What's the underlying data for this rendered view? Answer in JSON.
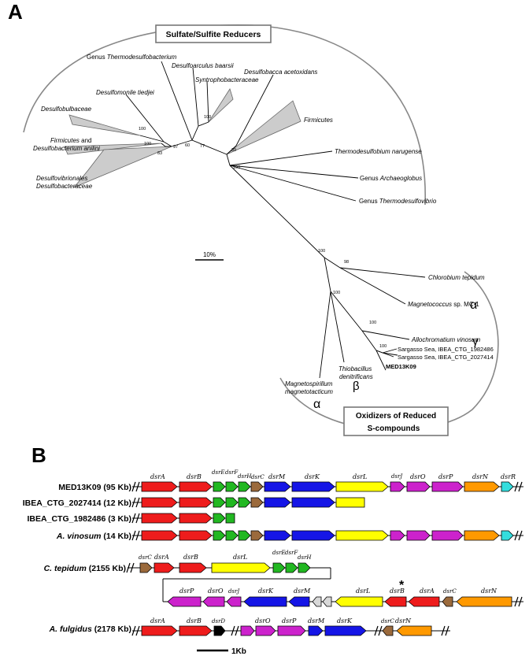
{
  "panel_a": {
    "letter": "A",
    "box_sulfate": "Sulfate/Sulfite Reducers",
    "box_oxidizers_line1": "Oxidizers of Reduced",
    "box_oxidizers_line2": "S-compounds",
    "scale_label": "10%",
    "taxa": {
      "thermodesulfobacterium_prefix": "Genus ",
      "thermodesulfobacterium_name": "Thermodesulfobacterium",
      "desulfoarculus": "Desulfoarculus baarsii",
      "syntrophobacteraceae": "Syntrophobacteraceae",
      "desulfobacca": "Desulfobacca acetoxidans",
      "desulfomonile": "Desulfomonile tiedjei",
      "desulfobulbaceae": "Desulfobulbaceae",
      "firmicutes_anilini_1a": "Firmicutes",
      "firmicutes_anilini_1b": " and",
      "firmicutes_anilini_2": "Desulfobacterium anilini",
      "desulfovibrionales_1": "Desulfovibrionales",
      "desulfovibrionales_2": "Desulfobacteraceae",
      "firmicutes": "Firmicutes",
      "thermodesulfobium": "Thermodesulfobium narugense",
      "archaeoglobus_prefix": "Genus ",
      "archaeoglobus_name": "Archaeoglobus",
      "thermodesulfovibrio_prefix": "Genus ",
      "thermodesulfovibrio_name": "Thermodesulfovibrio",
      "chlorobium": "Chlorobium tepidum",
      "magnetococcus_name": "Magnetococcus",
      "magnetococcus_suffix": " sp. MC-1",
      "allochromatium": "Allochromatium vinosum",
      "sargasso_1": "Sargasso Sea, IBEA_CTG_1982486",
      "sargasso_2": "Sargasso Sea, IBEA_CTG_2027414",
      "med13k09": "MED13K09",
      "thiobacillus_1": "Thiobacillus",
      "thiobacillus_2": "denitrificans",
      "magnetospirillum_1": "Magnetospirillum",
      "magnetospirillum_2": "magnetotacticum"
    },
    "greek": {
      "alpha_magnetococcus": "α",
      "gamma_allochromatium": "γ",
      "beta_thiobacillus": "β",
      "alpha_magnetospirillum": "α"
    },
    "bootstrap": {
      "b97": "97",
      "b60": "60",
      "b77": "77",
      "b100_synt": "100",
      "b100_bulb": "100",
      "b100_firm": "100",
      "b83": "83",
      "b39": "39",
      "b100_root": "100",
      "b100_ox": "100",
      "b98": "98",
      "b100_prot": "100",
      "b100_allo": "100",
      "b100_sarg": "100"
    }
  },
  "panel_b": {
    "letter": "B",
    "rows": {
      "med13k09": "MED13K09 (95 Kb)",
      "ibea_2027414": "IBEA_CTG_2027414 (12 Kb)",
      "ibea_1982486": "IBEA_CTG_1982486 (3 Kb)",
      "vinosum_name": "A. vinosum",
      "vinosum_size": " (14 Kb)",
      "tepidum_name": "C. tepidum",
      "tepidum_size": " (2155 Kb)",
      "fulgidus_name": "A. fulgidus",
      "fulgidus_size": " (2178 Kb)"
    },
    "genes": {
      "dsrA": "dsrA",
      "dsrB": "dsrB",
      "dsrE": "dsrE",
      "dsrF": "dsrF",
      "dsrH": "dsrH",
      "dsrC": "dsrC",
      "dsrM": "dsrM",
      "dsrK": "dsrK",
      "dsrL": "dsrL",
      "dsrJ": "dsrJ",
      "dsrO": "dsrO",
      "dsrP": "dsrP",
      "dsrN": "dsrN",
      "dsrR": "dsrR",
      "dsrD": "dsrD"
    },
    "asterisk": "*",
    "scale_label": "1Kb"
  },
  "colors": {
    "dsrAB": "#ee1c1c",
    "dsrEFH": "#22b822",
    "dsrC": "#9b6a3c",
    "dsrMK": "#1515e6",
    "dsrL": "#ffff00",
    "dsrJOP": "#cc22cc",
    "dsrN": "#ff9900",
    "dsrR": "#33dddd",
    "dsrD": "#000000",
    "unknown": "#d8d8d8",
    "clade": "#cccccc",
    "arc": "#888888"
  }
}
